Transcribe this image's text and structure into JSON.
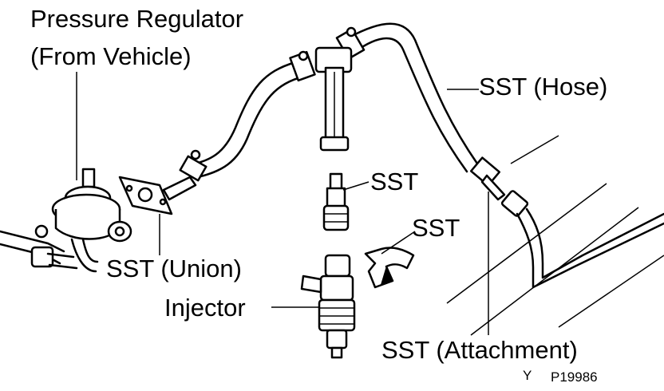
{
  "labels": {
    "pressure_regulator_line1": "Pressure Regulator",
    "pressure_regulator_line2": "(From Vehicle)",
    "sst_hose": "SST (Hose)",
    "sst_upper": "SST",
    "sst_clip": "SST",
    "sst_union": "SST (Union)",
    "injector": "Injector",
    "sst_attachment": "SST (Attachment)",
    "figure_code_letter": "Y",
    "figure_code": "P19986"
  }
}
